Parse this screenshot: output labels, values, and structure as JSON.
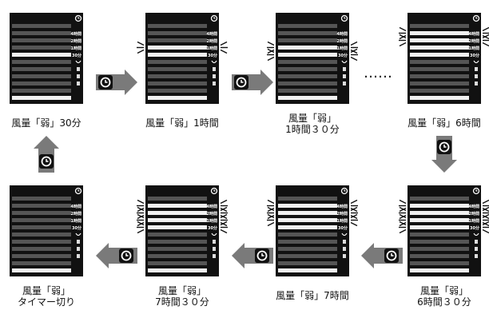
{
  "panels": [
    {
      "id": "p1",
      "label": [
        "風量「弱」30分"
      ],
      "lit": [
        4
      ],
      "flash": []
    },
    {
      "id": "p2",
      "label": [
        "風量「弱」1時間"
      ],
      "lit": [
        3,
        4
      ],
      "flash": [
        3
      ]
    },
    {
      "id": "p3",
      "label": [
        "風量「弱」",
        "1時間３０分"
      ],
      "lit": [
        3,
        4
      ],
      "flash": [
        3,
        4
      ]
    },
    {
      "id": "p4",
      "label": [
        "風量「弱」6時間"
      ],
      "lit": [
        1,
        2,
        3,
        4
      ],
      "flash": [
        1,
        2
      ]
    },
    {
      "id": "p5",
      "label": [
        "風量「弱」",
        "6時間３０分"
      ],
      "lit": [
        1,
        2,
        3,
        4
      ],
      "flash": [
        1,
        2,
        3,
        4
      ]
    },
    {
      "id": "p6",
      "label": [
        "風量「弱」7時間"
      ],
      "lit": [
        1,
        2,
        3,
        4
      ],
      "flash": [
        1,
        2,
        3
      ]
    },
    {
      "id": "p7",
      "label": [
        "風量「弱」",
        "7時間３０分"
      ],
      "lit": [
        1,
        2,
        3,
        4
      ],
      "flash": [
        1,
        2,
        3,
        4
      ]
    },
    {
      "id": "p8",
      "label": [
        "風量「弱」",
        "タイマー切り"
      ],
      "lit": [],
      "flash": []
    }
  ],
  "timer_labels": [
    "4時間",
    "2時間",
    "1時間",
    "30分"
  ],
  "ellipsis": "……",
  "icons": {
    "timer_button": "clock-icon",
    "mode": "fan-mode-icon"
  },
  "colors": {
    "panel_bg": "#111111",
    "bar_off": "#555555",
    "bar_on": "#f0f0f0",
    "arrow": "#7a7a7a",
    "icon_bg": "#111111"
  }
}
